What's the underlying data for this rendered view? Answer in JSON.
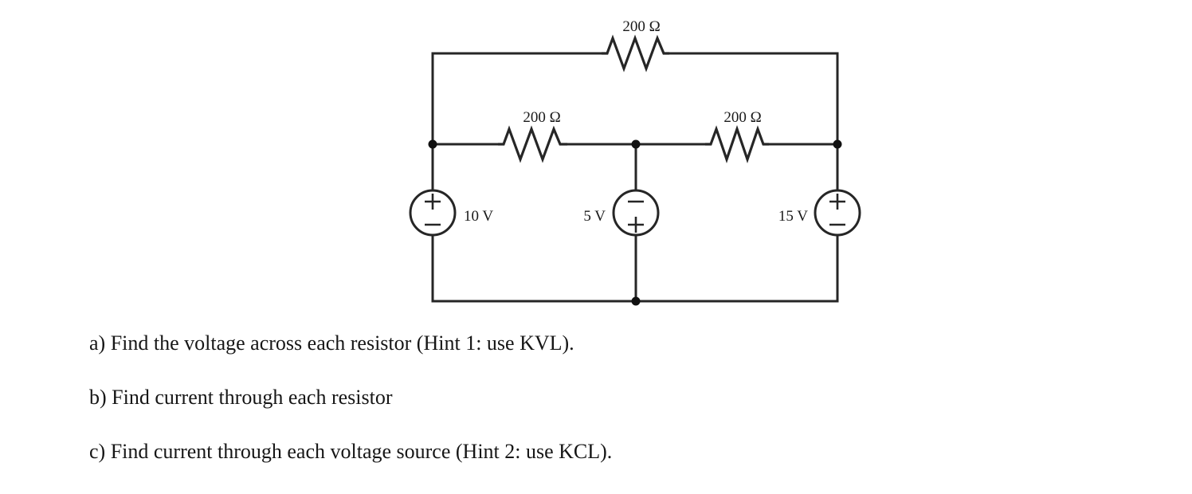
{
  "figure": {
    "title": "resistive circuit with three voltage sources",
    "resistors": [
      {
        "id": "r-top",
        "label": "200 Ω",
        "position": "top-branch"
      },
      {
        "id": "r-middle-left",
        "label": "200 Ω",
        "position": "middle-left-branch"
      },
      {
        "id": "r-middle-right",
        "label": "200 Ω",
        "position": "middle-right-branch"
      }
    ],
    "sources": [
      {
        "id": "v-left",
        "label": "10 V",
        "top_sign": "+",
        "bottom_sign": "−",
        "label_side": "right"
      },
      {
        "id": "v-middle",
        "label": "5 V",
        "top_sign": "−",
        "bottom_sign": "+",
        "label_side": "left"
      },
      {
        "id": "v-right",
        "label": "15 V",
        "top_sign": "+",
        "bottom_sign": "−",
        "label_side": "left"
      }
    ],
    "colors": {
      "wire": "#262626",
      "node": "#111111",
      "text": "#1a1a1a",
      "background": "#ffffff"
    }
  },
  "questions": [
    {
      "id": "a",
      "text": "a) Find the voltage across each resistor (Hint 1: use KVL)."
    },
    {
      "id": "b",
      "text": "b) Find current through each resistor"
    },
    {
      "id": "c",
      "text": "c) Find current through each voltage source (Hint 2: use KCL)."
    }
  ]
}
